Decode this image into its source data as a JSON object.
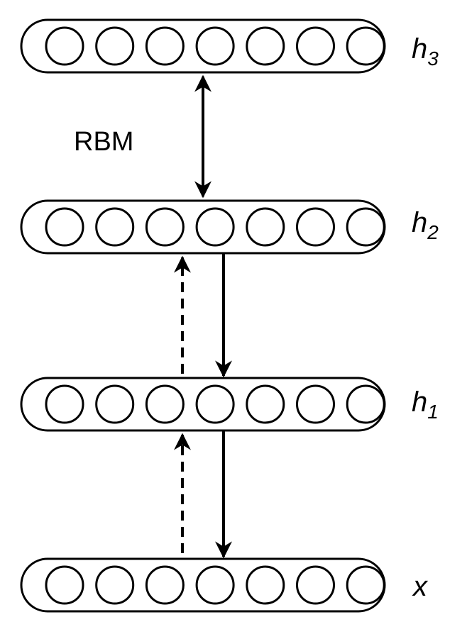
{
  "diagram": {
    "rbm_label": "RBM",
    "colors": {
      "stroke": "#000000",
      "fill": "#ffffff"
    },
    "layers": [
      {
        "id": "h3",
        "label_base": "h",
        "label_sub": "3",
        "units": 7
      },
      {
        "id": "h2",
        "label_base": "h",
        "label_sub": "2",
        "units": 7
      },
      {
        "id": "h1",
        "label_base": "h",
        "label_sub": "1",
        "units": 7
      },
      {
        "id": "x",
        "label_base": "x",
        "label_sub": "",
        "units": 7
      }
    ],
    "connections": [
      {
        "from": "h3",
        "to": "h2",
        "style": "solid",
        "direction": "bidirectional"
      },
      {
        "from": "h2",
        "to": "h1",
        "style": "solid",
        "direction": "down"
      },
      {
        "from": "h1",
        "to": "h2",
        "style": "dashed",
        "direction": "up"
      },
      {
        "from": "h1",
        "to": "x",
        "style": "solid",
        "direction": "down"
      },
      {
        "from": "x",
        "to": "h1",
        "style": "dashed",
        "direction": "up"
      }
    ]
  }
}
